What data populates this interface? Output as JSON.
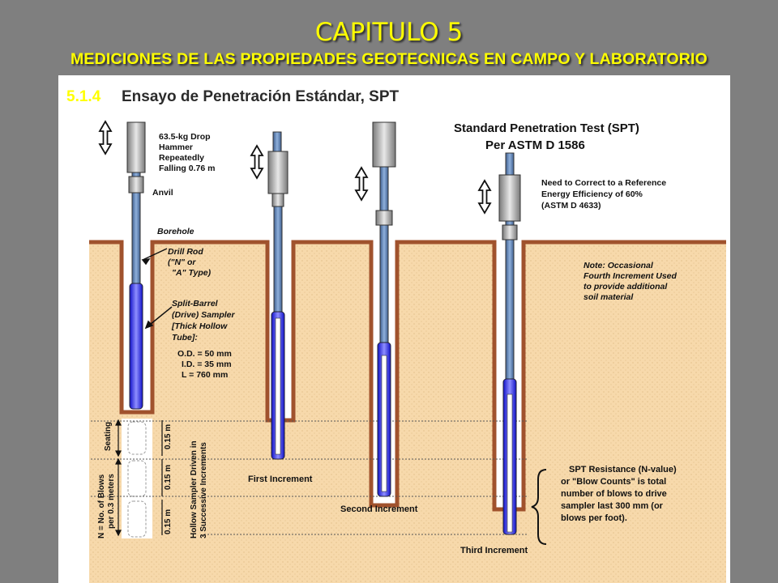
{
  "header": {
    "title": "CAPITULO 5",
    "subtitle": "MEDICIONES DE LAS PROPIEDADES GEOTECNICAS EN CAMPO Y LABORATORIO"
  },
  "section": {
    "number": "5.1.4",
    "title": "Ensayo de Penetración Estándar, SPT"
  },
  "diagram": {
    "heading_1": "Standard Penetration Test (SPT)",
    "heading_2": "Per ASTM D 1586",
    "hammer": [
      "63.5-kg Drop",
      "Hammer",
      "Repeatedly",
      "Falling 0.76 m"
    ],
    "anvil": "Anvil",
    "borehole": "Borehole",
    "drill_rod": [
      "Drill Rod",
      "(\"N\" or",
      "\"A\" Type)"
    ],
    "sampler": [
      "Split-Barrel",
      "(Drive) Sampler",
      "[Thick Hollow",
      "Tube]:"
    ],
    "dims": [
      "O.D. = 50 mm",
      "I.D. = 35 mm",
      "L = 760 mm"
    ],
    "correct": [
      "Need to Correct to a Reference",
      "Energy Efficiency of 60%",
      "(ASTM D 4633)"
    ],
    "note": [
      "Note: Occasional",
      "Fourth Increment Used",
      "to provide additional",
      "soil material"
    ],
    "seating": "Seating",
    "increment_size": "0.15 m",
    "n_blows": [
      "N = No. of Blows",
      "per 0.3 meters"
    ],
    "hollow_sampler": [
      "Hollow Sampler Driven in",
      "3 Successive Increments"
    ],
    "first_increment": "First Increment",
    "second_increment": "Second Increment",
    "third_increment": "Third Increment",
    "resistance": [
      "SPT Resistance (N-value)",
      "or \"Blow Counts\" is total",
      "number of blows to drive",
      "sampler last 300 mm (or",
      "blows per foot)."
    ],
    "colors": {
      "soil": "#f7d9ab",
      "borehole_edge": "#a0522d",
      "rod": "#6f8fbf",
      "sampler": "#3c3cf0",
      "accent": "#ffff00"
    }
  }
}
